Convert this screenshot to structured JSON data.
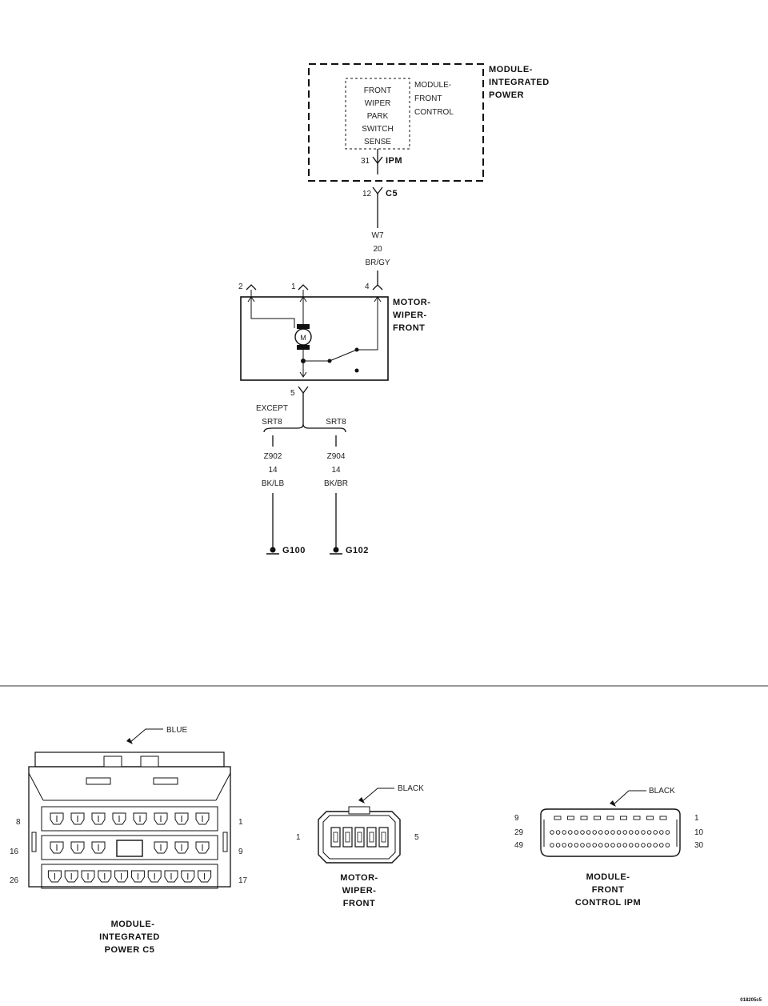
{
  "ipm": {
    "title_lines": [
      "MODULE-",
      "INTEGRATED",
      "POWER"
    ],
    "sense_lines": [
      "FRONT",
      "WIPER",
      "PARK",
      "SWITCH",
      "SENSE"
    ],
    "sub_lines": [
      "MODULE-",
      "FRONT",
      "CONTROL"
    ],
    "pin": "31",
    "connector": "IPM"
  },
  "c5": {
    "pin": "12",
    "connector": "C5"
  },
  "wire_w7": {
    "circuit": "W7",
    "gauge": "20",
    "color": "BR/GY"
  },
  "motor": {
    "title_lines": [
      "MOTOR-",
      "WIPER-",
      "FRONT"
    ],
    "symbol": "M",
    "pins": [
      "2",
      "1",
      "4",
      "5"
    ]
  },
  "branches": [
    {
      "label_lines": [
        "EXCEPT",
        "SRT8"
      ],
      "circuit": "Z902",
      "gauge": "14",
      "color": "BK/LB",
      "ground": "G100"
    },
    {
      "label_lines": [
        "SRT8"
      ],
      "circuit": "Z904",
      "gauge": "14",
      "color": "BK/BR",
      "ground": "G102"
    }
  ],
  "connectors": {
    "ipm_c5": {
      "color": "BLUE",
      "pins_left": [
        "8",
        "16",
        "26"
      ],
      "pins_right": [
        "1",
        "9",
        "17"
      ],
      "title_lines": [
        "MODULE-",
        "INTEGRATED",
        "POWER C5"
      ]
    },
    "wiper": {
      "color": "BLACK",
      "pin_left": "1",
      "pin_right": "5",
      "title_lines": [
        "MOTOR-",
        "WIPER-",
        "FRONT"
      ]
    },
    "fcm_ipm": {
      "color": "BLACK",
      "pins_left": [
        "9",
        "29",
        "49"
      ],
      "pins_right": [
        "1",
        "10",
        "30"
      ],
      "title_lines": [
        "MODULE-",
        "FRONT",
        "CONTROL IPM"
      ]
    }
  },
  "figure_id": "018205c5"
}
